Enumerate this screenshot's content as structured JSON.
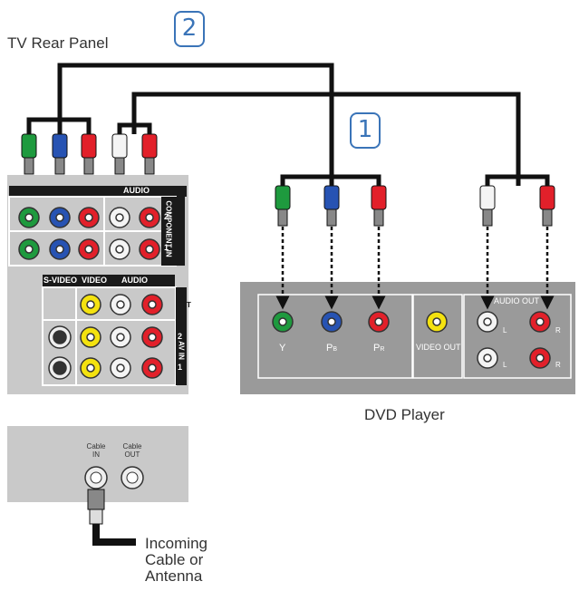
{
  "labels": {
    "tv_rear_panel": "TV Rear Panel",
    "dvd_player": "DVD Player",
    "incoming": [
      "Incoming",
      "Cable or",
      "Antenna"
    ]
  },
  "steps": {
    "step1": "1",
    "step2": "2"
  },
  "tv_panel": {
    "top_header_audio": "AUDIO",
    "component_in": "COMPONENT IN",
    "row2": "2",
    "row1": "1",
    "svideo": "S-VIDEO",
    "video": "VIDEO",
    "audio": "AUDIO",
    "av_out": [
      "AV",
      "OUT"
    ],
    "av_in": "AV IN",
    "av_row2": "2",
    "av_row1": "1"
  },
  "cable_panel": {
    "cable_in": [
      "Cable",
      "IN"
    ],
    "cable_out": [
      "Cable",
      "OUT"
    ]
  },
  "dvd_panel": {
    "y": "Y",
    "pb": "P",
    "pb_sub": "B",
    "pr": "P",
    "pr_sub": "R",
    "video_out": "VIDEO OUT",
    "audio_out": "AUDIO OUT",
    "l": "L",
    "r": "R"
  },
  "colors": {
    "green": "#1e9a3e",
    "blue": "#2753b3",
    "red": "#e2202a",
    "white": "#f4f4f4",
    "yellow": "#f4e20f",
    "panel": "#c8c8c8",
    "dvd_panel": "#9a9a9a",
    "accent": "#3a74b8"
  }
}
